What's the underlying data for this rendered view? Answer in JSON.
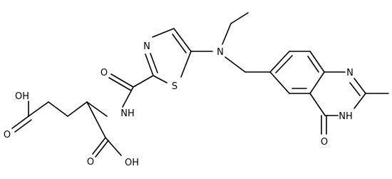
{
  "molecule": {
    "labels": {
      "oh_top": "OH",
      "o_acid_left": "O",
      "o_amide": "O",
      "nh_amide": "NH",
      "n_thiazole": "N",
      "s_thiazole": "S",
      "n_amine": "N",
      "n_quin_1": "N",
      "nh_quin_3": "NH",
      "o_quin_4": "O",
      "oh_bottom": "OH",
      "o_acid_bottom": "O"
    },
    "colors": {
      "bond": "#000000",
      "text": "#000000",
      "background": "#ffffff"
    }
  }
}
